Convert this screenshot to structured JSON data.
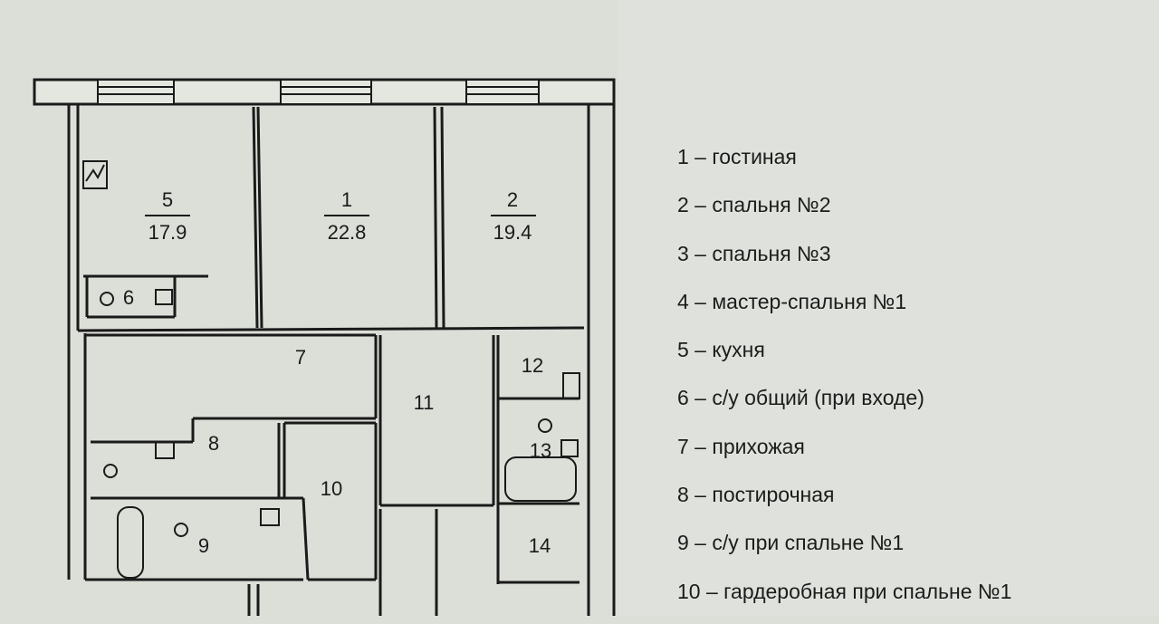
{
  "plan": {
    "rooms": [
      {
        "number": "5",
        "area": "17.9"
      },
      {
        "number": "1",
        "area": "22.8"
      },
      {
        "number": "2",
        "area": "19.4"
      },
      {
        "number": "6"
      },
      {
        "number": "7"
      },
      {
        "number": "8"
      },
      {
        "number": "9"
      },
      {
        "number": "10"
      },
      {
        "number": "11"
      },
      {
        "number": "12"
      },
      {
        "number": "13"
      },
      {
        "number": "14"
      }
    ]
  },
  "legend": [
    "1 – гостиная",
    "2 – спальня №2",
    "3 – спальня №3",
    "4 – мастер-спальня №1",
    "5 – кухня",
    "6 – с/у общий (при входе)",
    "7 – прихожая",
    "8 – постирочная",
    "9 – с/у при спальне №1",
    "10 – гардеробная при спальне №1"
  ]
}
